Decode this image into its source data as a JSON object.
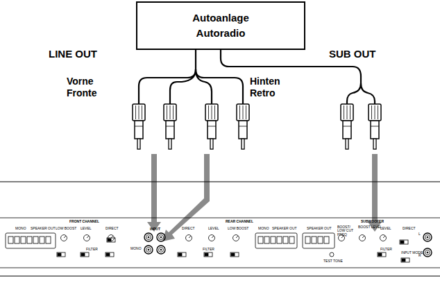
{
  "diagram": {
    "nodes": [
      {
        "text": [
          "Autoanlage",
          "Autoradio"
        ]
      }
    ],
    "labels": [
      "LINE OUT",
      "SUB OUT",
      "Vorne",
      "Fronte",
      "Hinten",
      "Retro",
      "FRONT CHANNEL",
      "MONO",
      "SPEAKER OUT",
      "LOW BOOST",
      "LEVEL",
      "DIRECT",
      "FILTER",
      "INPUT",
      "MONO",
      "REAR CHANNEL",
      "DIRECT",
      "LEVEL",
      "LOW BOOST",
      "FILTER",
      "MONO",
      "SPEAKER OUT",
      "SUBWOOFER",
      "SPEAKER OUT",
      "BOOST/ LOW CUT FREQ",
      "BOOST LEVEL",
      "LEVEL",
      "FILTER",
      "DIRECT",
      "INPUT MODE",
      "TEST TONE",
      "L",
      "R"
    ]
  }
}
